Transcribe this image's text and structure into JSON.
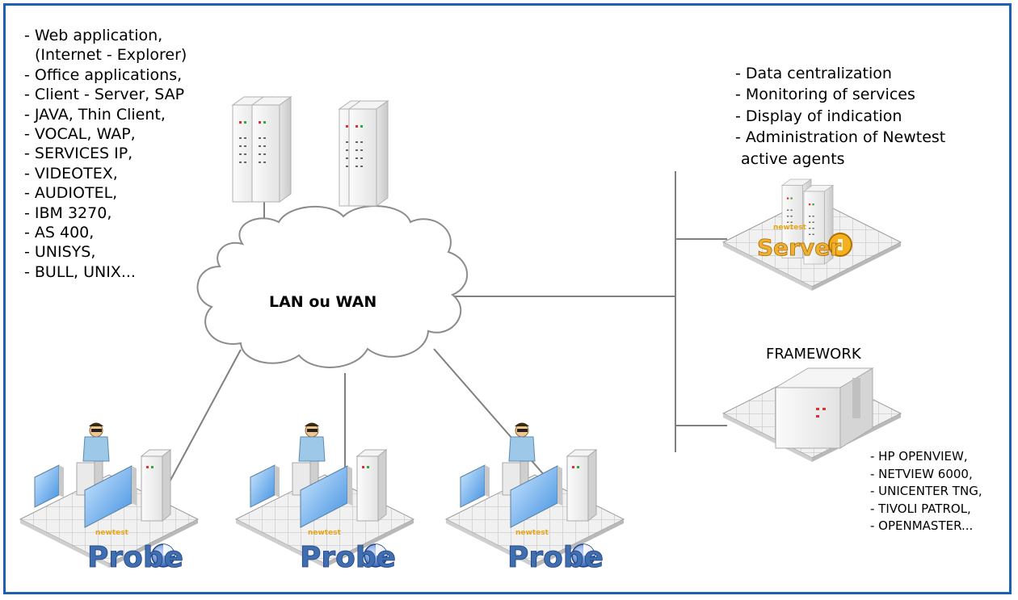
{
  "diagram": {
    "network": {
      "cloud_label": "LAN ou WAN"
    },
    "left_list": [
      "- Web application,",
      "(Internet - Explorer)",
      "- Office applications,",
      "- Client - Server, SAP",
      "- JAVA, Thin Client,",
      "- VOCAL, WAP,",
      "- SERVICES IP,",
      "- VIDEOTEX,",
      "- AUDIOTEL,",
      "- IBM 3270,",
      "- AS 400,",
      "- UNISYS,",
      "- BULL, UNIX..."
    ],
    "server_features": [
      "- Data centralization",
      "- Monitoring of services",
      "- Display of indication",
      "- Administration of Newtest",
      "active agents"
    ],
    "server_logo": {
      "small": "newtest",
      "main": "Server"
    },
    "framework": {
      "title": "FRAMEWORK",
      "items": [
        "- HP OPENVIEW,",
        "- NETVIEW 6000,",
        "- UNICENTER TNG,",
        "- TIVOLI PATROL,",
        "- OPENMASTER..."
      ]
    },
    "probes": [
      {
        "small": "newtest",
        "main": "Probe"
      },
      {
        "small": "newtest",
        "main": "Probe"
      },
      {
        "small": "newtest",
        "main": "Probe"
      }
    ],
    "colors": {
      "frame": "#1f5fb2",
      "logo_orange": "#e8a317",
      "logo_globe": "#3a6fc4",
      "probe_text": "#3f6fb0",
      "connector": "#808080"
    }
  }
}
